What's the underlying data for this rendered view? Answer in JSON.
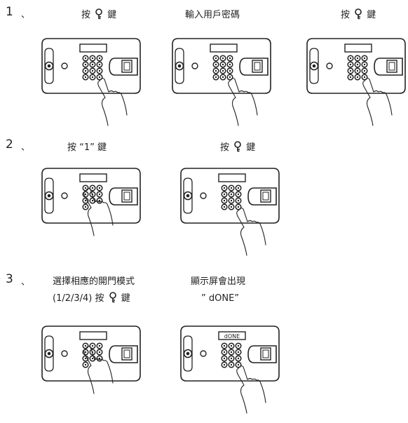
{
  "steps": [
    {
      "number": "1",
      "separator": "、",
      "captions": [
        {
          "pre": "按",
          "key": true,
          "post": "鍵"
        },
        {
          "text": "輸入用戶密碼"
        },
        {
          "pre": "按",
          "key": true,
          "post": "鍵"
        }
      ]
    },
    {
      "number": "2",
      "separator": "、",
      "captions": [
        {
          "text": "按 “1” 鍵"
        },
        {
          "pre": "按",
          "key": true,
          "post": "鍵"
        }
      ]
    },
    {
      "number": "3",
      "separator": "、",
      "captions": [
        {
          "text": "選擇相應的開門模式",
          "line2pre": "(1/2/3/4) 按",
          "key": true,
          "line2post": "鍵"
        },
        {
          "text": "顯示屏會出現",
          "line2": "” dONE”"
        }
      ]
    }
  ],
  "display_text": "dONE",
  "colors": {
    "ink": "#222222",
    "background": "#ffffff"
  }
}
